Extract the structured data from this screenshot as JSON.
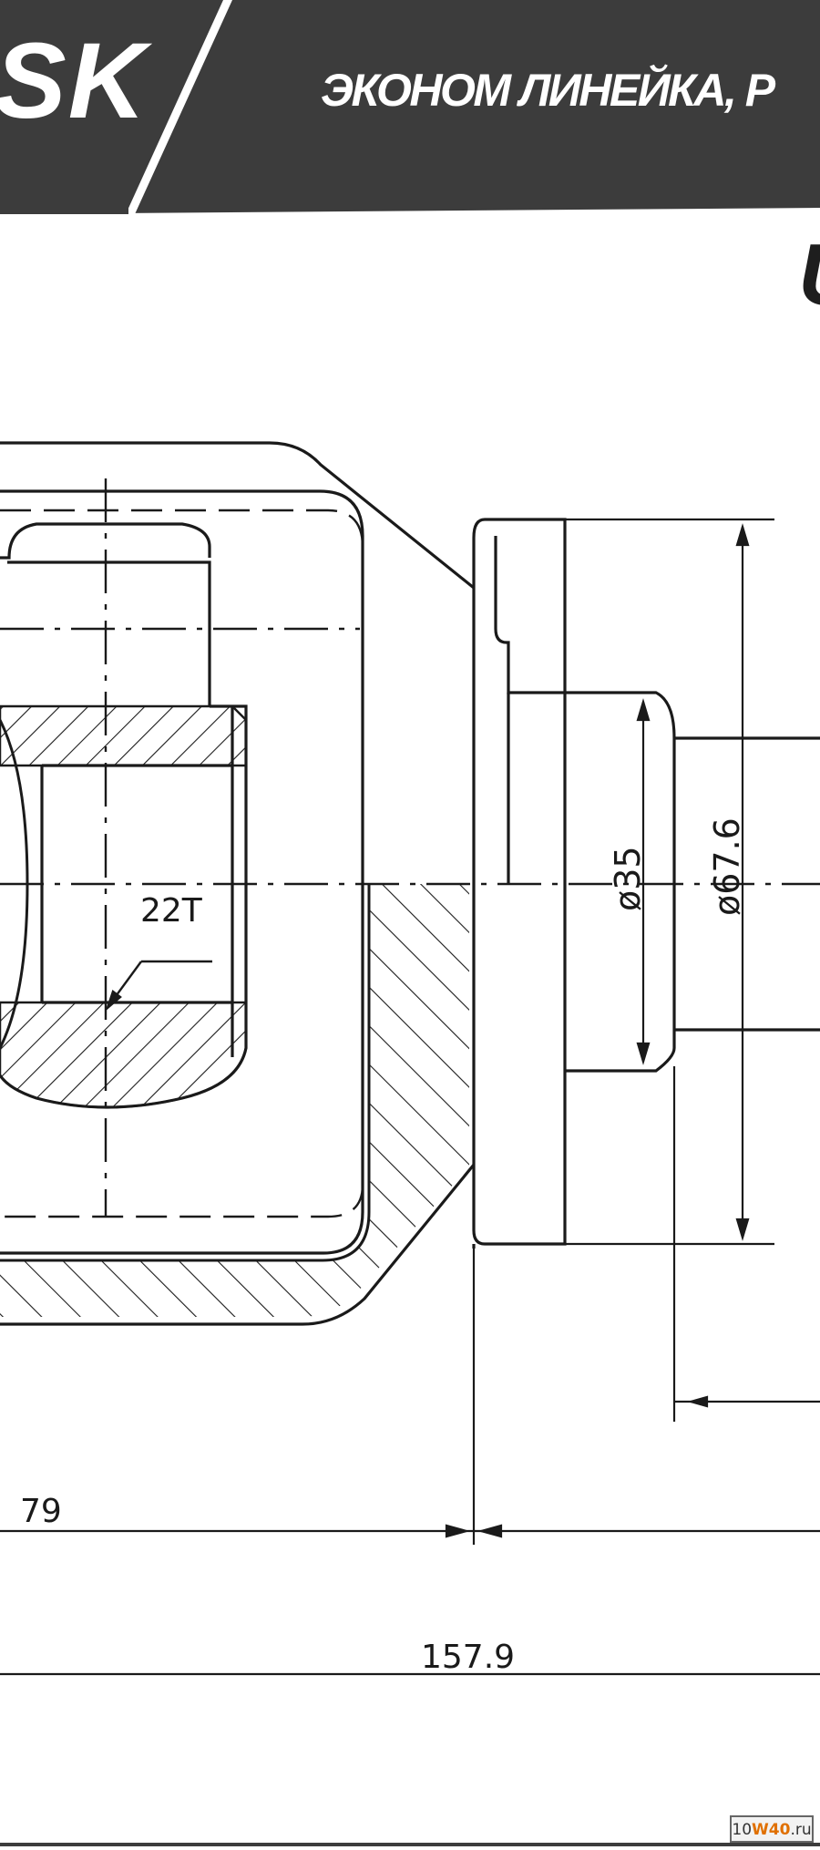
{
  "header": {
    "brand": "SK",
    "product_line": "ЭКОНОМ ЛИНЕЙКА, Р",
    "corner_glyph": "U",
    "background_color": "#3c3c3c",
    "text_color": "#ffffff"
  },
  "drawing": {
    "spline_label": "22T",
    "dimensions": {
      "inner_diameter": "ø35",
      "outer_diameter": "ø67.6",
      "partial_length": "79",
      "total_length": "157.9"
    },
    "line_color": "#1a1a1a"
  },
  "watermark": {
    "prefix": "10",
    "highlight": "W40",
    "suffix": ".ru"
  }
}
